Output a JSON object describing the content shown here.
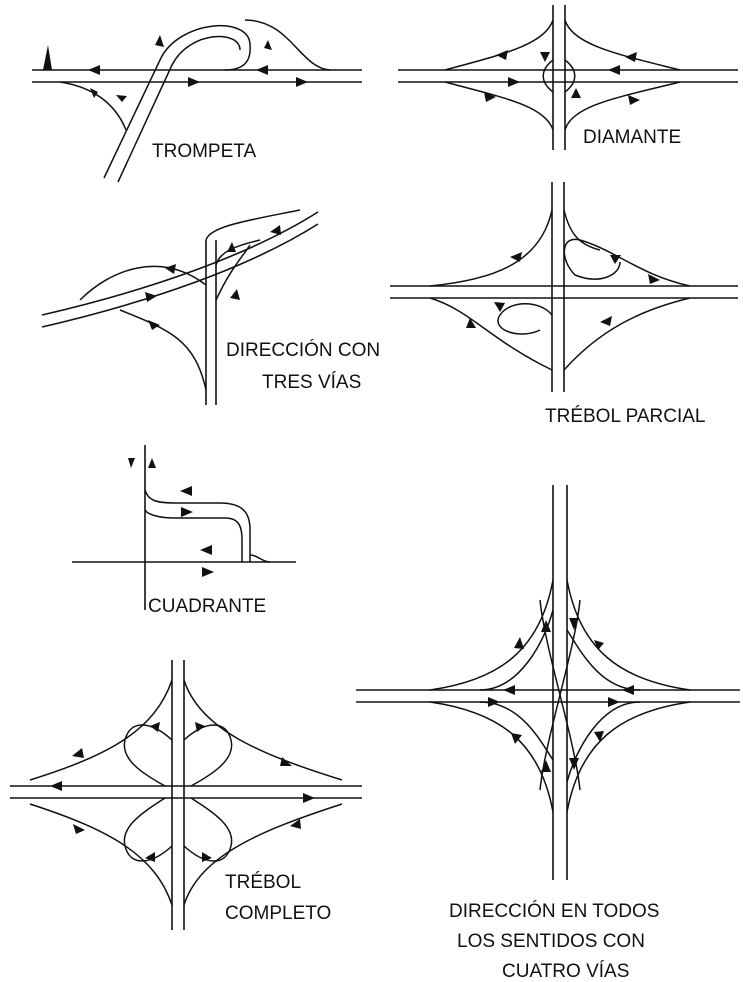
{
  "labels": {
    "trompeta": "TROMPETA",
    "diamante": "DIAMANTE",
    "tres_vias_line1": "DIRECCIÓN CON",
    "tres_vias_line2": "TRES VÍAS",
    "trebol_parcial": "TRÉBOL PARCIAL",
    "cuadrante": "CUADRANTE",
    "trebol_completo_line1": "TRÉBOL",
    "trebol_completo_line2": "COMPLETO",
    "cuatro_vias_line1": "DIRECCIÓN EN TODOS",
    "cuatro_vias_line2": "LOS SENTIDOS CON",
    "cuatro_vias_line3": "CUATRO VÍAS"
  }
}
